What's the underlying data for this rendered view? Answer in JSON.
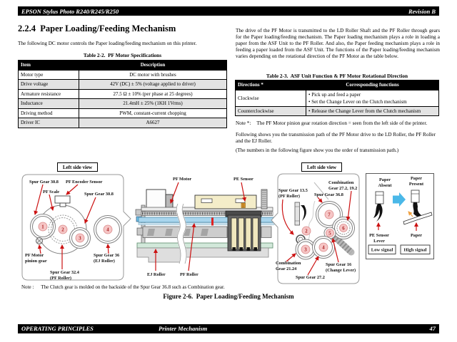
{
  "header": {
    "title": "EPSON Stylus Photo R240/R245/R250",
    "revision": "Revision B"
  },
  "footer": {
    "section": "OPERATING PRINCIPLES",
    "chapter": "Printer Mechanism",
    "page_number": "47"
  },
  "left_column": {
    "heading": "2.2.4  Paper Loading/Feeding Mechanism",
    "intro": "The following DC motor controls the Paper loading/feeding mechanism on this printer.",
    "table": {
      "caption": "Table 2-2.  PF Motor Specifications",
      "col_item": "Item",
      "col_desc": "Description",
      "rows": [
        {
          "item": "Motor type",
          "desc": "DC motor with brushes"
        },
        {
          "item": "Drive voltage",
          "desc": "42V (DC) ± 5% (voltage applied to driver)"
        },
        {
          "item": "Armature resistance",
          "desc": "27.5 Ω ± 10% (per phase at 25 degrees)"
        },
        {
          "item": "Inductance",
          "desc": "21.4mH ± 25% (1KH 1Vrms)"
        },
        {
          "item": "Driving method",
          "desc": "PWM, constant-current chopping"
        },
        {
          "item": "Driver IC",
          "desc": "A6627"
        }
      ]
    }
  },
  "right_column": {
    "paragraph1": "The drive of the PF Motor is transmitted to the LD Roller Shaft and the PF Roller through gears for the Paper loading/feeding mechanism. The Paper loading mechanism plays a role in loading a paper from the ASF Unit to the PF Roller. And also, the Paper feeding mechanism plays a role in feeding a paper loaded from the ASF Unit. The functions of the Paper loading/feeding mechanism varies depending on the rotational direction of the PF Motor as the table below.",
    "table": {
      "caption": "Table 2-3.  ASF Unit Function & PF Motor Rotational Direction",
      "col_directions": "Directions *",
      "col_functions": "Corresponding functions",
      "rows": [
        {
          "direction": "Clockwise",
          "func1": "• Pick up and feed a paper",
          "func2": "• Set the Change Lever on the Clutch mechanism"
        },
        {
          "direction": "Counterclockwise",
          "func1": "• Release the Change Lever from the Clutch mechanism"
        }
      ]
    },
    "note_label": "Note *:",
    "note_text": "The PF Motor pinion gear rotation direction = seen from the left side of the printer.",
    "paragraph2": "Following shows you the transmission path of the PF Motor drive to the LD Roller, the PF Roller and the EJ Roller.",
    "paragraph3": "(The numbers in the following figure show you the order of transmission path.)"
  },
  "figure": {
    "left_view_label": "Left side view",
    "right_view_label": "Left side view",
    "left_panel": {
      "spur_gear_308_top": "Spur Gear 30.8",
      "pf_encoder_sensor": "PF Encoder Sensor",
      "pf_scale": "PF Scale",
      "spur_gear_308_right": "Spur Gear 30.8",
      "pf_motor_pinion": [
        "PF Motor",
        "pinion gear"
      ],
      "spur_gear_324": [
        "Spur Gear 32.4",
        "(PF Roller)"
      ],
      "spur_gear_36": [
        "Spur Gear 36",
        "(EJ Roller)"
      ],
      "numbers": [
        "1",
        "2",
        "3",
        "4"
      ]
    },
    "center_panel": {
      "pf_motor": "PF Motor",
      "pe_sensor": "PE Sensor",
      "ej_roller": "EJ Roller",
      "pf_roller": "PF Roller"
    },
    "right_panel": {
      "spur_gear_135": [
        "Spur Gear 13.5",
        "(PF Roller)"
      ],
      "combination_gear_272": [
        "Combination",
        "Gear 27.2, 19.2"
      ],
      "spur_gear_368": "Spur Gear 36.8",
      "combination_gear_2124": [
        "Combination",
        "Gear 21.24"
      ],
      "spur_gear_16": [
        "Spur Gear 16",
        "(Change Lever)"
      ],
      "spur_gear_272": "Spur Gear 27.2",
      "numbers": [
        "2",
        "3",
        "4",
        "5",
        "6",
        "7"
      ]
    },
    "sensor_panel": {
      "paper_absent": [
        "Paper",
        "Absent"
      ],
      "paper_present": [
        "Paper",
        "Present"
      ],
      "pe_sensor_lever": [
        "PE Sensor",
        "Lever"
      ],
      "paper_label": "Paper",
      "low_signal": "Low signal",
      "high_signal": "High signal"
    },
    "note_label": "Note :",
    "note_text": "The Clutch gear is molded on the backside of the Spur Gear 36.8 such as Combination gear.",
    "caption": "Figure 2-6.  Paper Loading/Feeding Mechanism"
  },
  "colors": {
    "accent_red": "#cc1111",
    "number_pink": "#f6c6c6",
    "pf_roller_blue": "#a9d6ee",
    "ej_roller_green": "#d2e8da",
    "board_cream": "#f4edc9",
    "arrow_blue": "#4ab8e8",
    "table_row_gray": "#e3e3e3"
  }
}
